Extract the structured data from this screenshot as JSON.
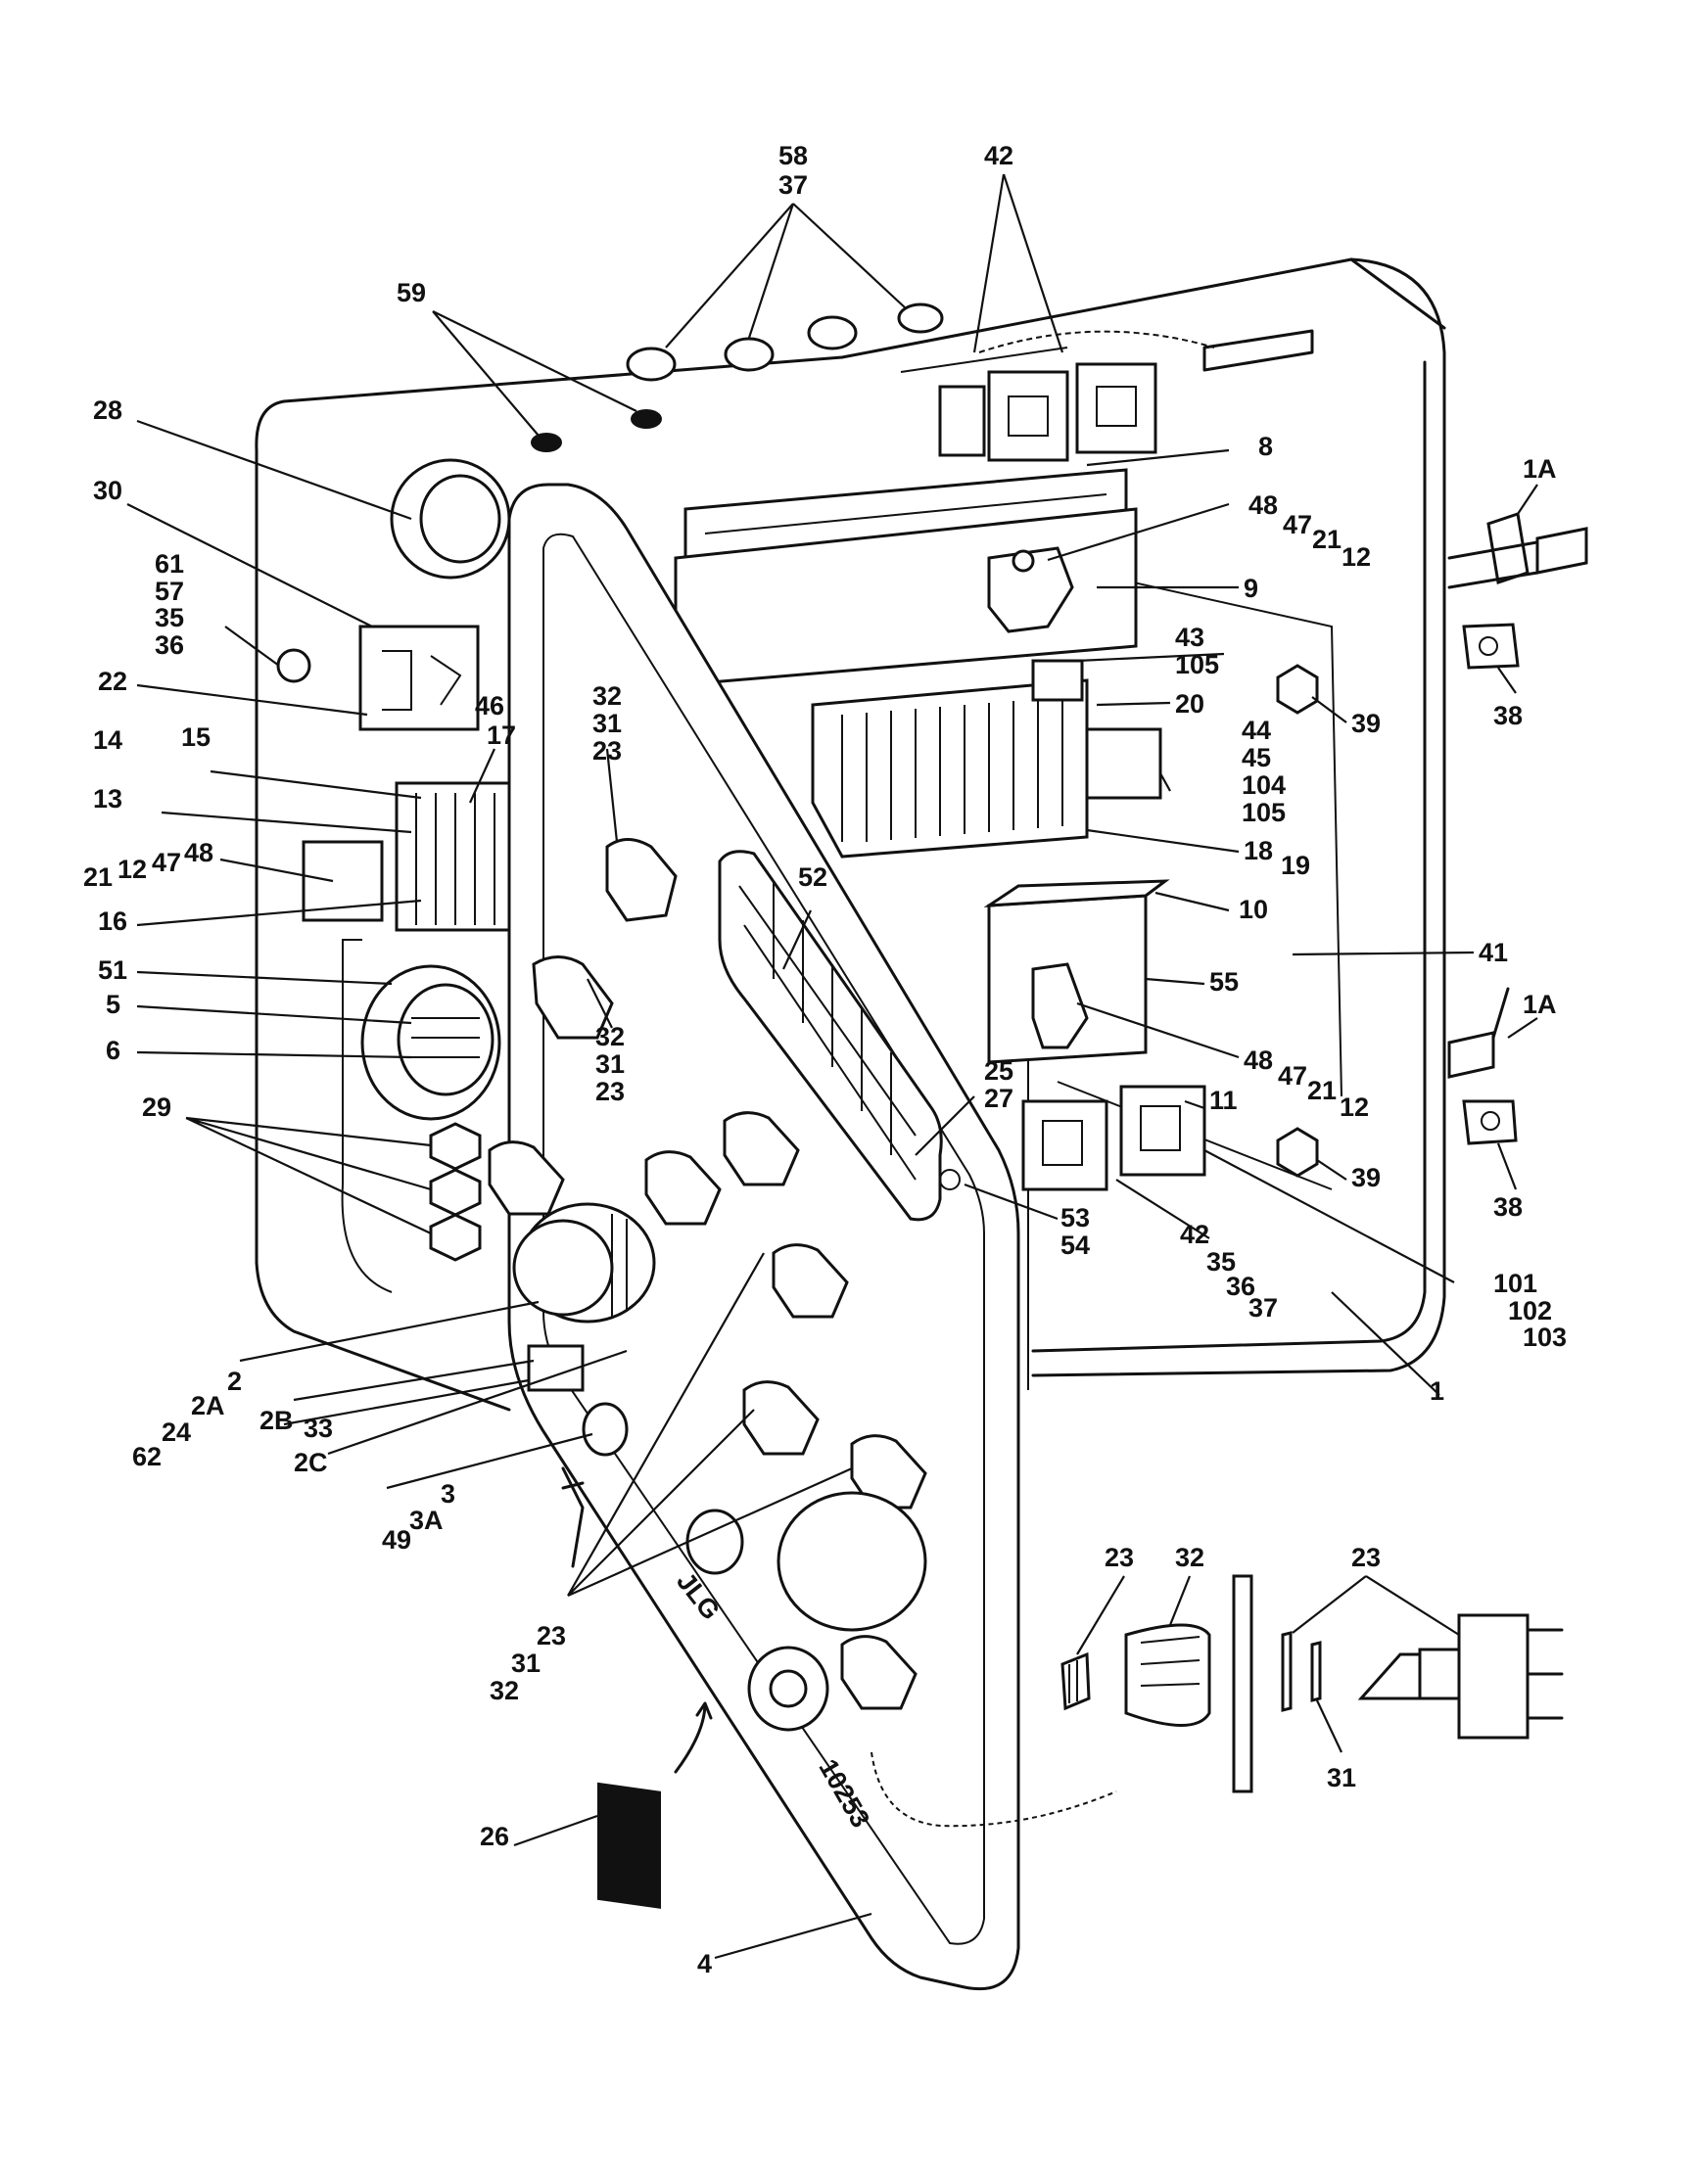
{
  "part_labels": {
    "c58": "58",
    "c37a": "37",
    "c42a": "42",
    "c59": "59",
    "c28": "28",
    "c30": "30",
    "c61": "61",
    "c57": "57",
    "c35a": "35",
    "c36a": "36",
    "c22": "22",
    "c14": "14",
    "c15": "15",
    "c46": "46",
    "c17": "17",
    "c13": "13",
    "c21a": "21",
    "c12a": "12",
    "c47a": "47",
    "c48a": "48",
    "c16": "16",
    "c51": "51",
    "c5": "5",
    "c6": "6",
    "c29": "29",
    "c2": "2",
    "c2A": "2A",
    "c24": "24",
    "c62": "62",
    "c2B": "2B",
    "c33": "33",
    "c2C": "2C",
    "c3": "3",
    "c3A": "3A",
    "c49": "49",
    "c23a": "23",
    "c31a": "31",
    "c32a": "32",
    "c32b": "32",
    "c31b": "31",
    "c23b": "23",
    "c32c": "32",
    "c31c": "31",
    "c23c": "23",
    "c8": "8",
    "c48b": "48",
    "c47b": "47",
    "c21b": "21",
    "c12b": "12",
    "c9": "9",
    "c43": "43",
    "c105a": "105",
    "c20": "20",
    "c44": "44",
    "c45": "45",
    "c104": "104",
    "c105b": "105",
    "c18": "18",
    "c19": "19",
    "c52": "52",
    "c10": "10",
    "c41": "41",
    "c55": "55",
    "c48c": "48",
    "c47c": "47",
    "c21c": "21",
    "c12c": "12",
    "c25": "25",
    "c27": "27",
    "c11": "11",
    "c39a": "39",
    "c39b": "39",
    "c53": "53",
    "c54": "54",
    "c42b": "42",
    "c35b": "35",
    "c36b": "36",
    "c37b": "37",
    "c101": "101",
    "c102": "102",
    "c103": "103",
    "c1": "1",
    "c1Aa": "1A",
    "c1Ab": "1A",
    "c38a": "38",
    "c38b": "38",
    "c23d": "23",
    "c32d": "32",
    "c23e": "23",
    "c31d": "31",
    "c26": "26",
    "c4": "4"
  },
  "panel_marks": {
    "brand": "JLG",
    "drawing_number": "10253"
  }
}
